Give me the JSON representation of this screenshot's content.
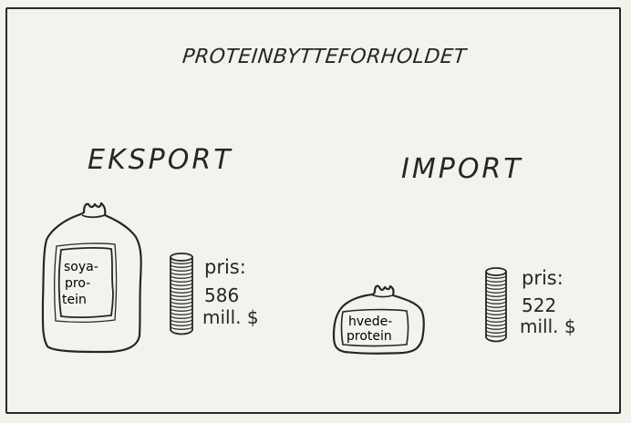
{
  "title": "PROTEINBYTTEFORHOLDET",
  "export": {
    "label": "EKSPORT",
    "bag_label_lines": [
      "soya-",
      "pro-",
      "tein"
    ],
    "price_label": "pris:",
    "price_value": "586",
    "price_unit": "mill. $"
  },
  "import": {
    "label": "IMPORT",
    "bag_label_lines": [
      "hvede-",
      "protein"
    ],
    "price_label": "pris:",
    "price_value": "522",
    "price_unit": "mill. $"
  },
  "icons": {
    "export_bag": "sack-icon",
    "export_coins": "coin-stack-icon",
    "import_bag": "sack-icon",
    "import_coins": "coin-stack-icon"
  },
  "colors": {
    "ink": "#262626",
    "paper": "#f3f2ed"
  }
}
